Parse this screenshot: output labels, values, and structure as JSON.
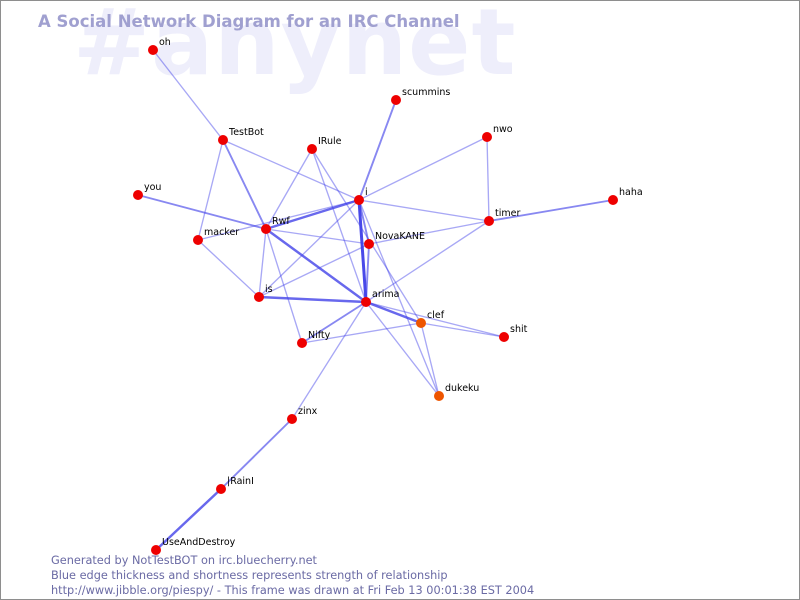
{
  "watermark": "#anynet",
  "title": "A Social Network Diagram for an IRC Channel",
  "footer": {
    "line1": "Generated by NotTestBOT on irc.bluecherry.net",
    "line2": "Blue edge thickness and shortness represents strength of relationship",
    "line3": "http://www.jibble.org/piespy/ - This frame was drawn at Fri Feb 13 00:01:38 EST 2004"
  },
  "colors": {
    "node": "#ee0000",
    "node_recent": "#ee5500",
    "edge": "#3f3fe8",
    "label": "#000000"
  },
  "nodes": [
    {
      "id": "oh",
      "label": "oh",
      "color": "node"
    },
    {
      "id": "testbot",
      "label": "TestBot",
      "color": "node"
    },
    {
      "id": "irule",
      "label": "IRule",
      "color": "node"
    },
    {
      "id": "scummins",
      "label": "scummins",
      "color": "node"
    },
    {
      "id": "nwo",
      "label": "nwo",
      "color": "node"
    },
    {
      "id": "you",
      "label": "you",
      "color": "node"
    },
    {
      "id": "i",
      "label": "i",
      "color": "node"
    },
    {
      "id": "haha",
      "label": "haha",
      "color": "node"
    },
    {
      "id": "rwf",
      "label": "Rwf",
      "color": "node"
    },
    {
      "id": "timer",
      "label": "timer",
      "color": "node"
    },
    {
      "id": "macker",
      "label": "macker",
      "color": "node"
    },
    {
      "id": "novakane",
      "label": "NovaKANE",
      "color": "node"
    },
    {
      "id": "is",
      "label": "is",
      "color": "node"
    },
    {
      "id": "arima",
      "label": "arima",
      "color": "node"
    },
    {
      "id": "clef",
      "label": "clef",
      "color": "node_recent"
    },
    {
      "id": "shit",
      "label": "shit",
      "color": "node"
    },
    {
      "id": "nifty",
      "label": "Nifty",
      "color": "node"
    },
    {
      "id": "dukeku",
      "label": "dukeku",
      "color": "node_recent"
    },
    {
      "id": "zinx",
      "label": "zinx",
      "color": "node"
    },
    {
      "id": "irainl",
      "label": "|RainI",
      "color": "node"
    },
    {
      "id": "useanddestroy",
      "label": "UseAndDestroy",
      "color": "node"
    }
  ],
  "edges": [
    {
      "from": "oh",
      "to": "testbot",
      "weight": 1
    },
    {
      "from": "testbot",
      "to": "rwf",
      "weight": 2
    },
    {
      "from": "testbot",
      "to": "i",
      "weight": 1
    },
    {
      "from": "testbot",
      "to": "macker",
      "weight": 1
    },
    {
      "from": "you",
      "to": "rwf",
      "weight": 2
    },
    {
      "from": "irule",
      "to": "rwf",
      "weight": 1
    },
    {
      "from": "irule",
      "to": "arima",
      "weight": 1
    },
    {
      "from": "irule",
      "to": "clef",
      "weight": 1
    },
    {
      "from": "scummins",
      "to": "i",
      "weight": 2
    },
    {
      "from": "nwo",
      "to": "i",
      "weight": 1
    },
    {
      "from": "nwo",
      "to": "timer",
      "weight": 1
    },
    {
      "from": "haha",
      "to": "timer",
      "weight": 2
    },
    {
      "from": "i",
      "to": "rwf",
      "weight": 3
    },
    {
      "from": "i",
      "to": "macker",
      "weight": 1
    },
    {
      "from": "i",
      "to": "timer",
      "weight": 1
    },
    {
      "from": "i",
      "to": "novakane",
      "weight": 2
    },
    {
      "from": "i",
      "to": "arima",
      "weight": 4
    },
    {
      "from": "i",
      "to": "is",
      "weight": 1
    },
    {
      "from": "i",
      "to": "dukeku",
      "weight": 1
    },
    {
      "from": "rwf",
      "to": "is",
      "weight": 1
    },
    {
      "from": "rwf",
      "to": "arima",
      "weight": 3
    },
    {
      "from": "rwf",
      "to": "nifty",
      "weight": 1
    },
    {
      "from": "rwf",
      "to": "novakane",
      "weight": 1
    },
    {
      "from": "macker",
      "to": "is",
      "weight": 1
    },
    {
      "from": "timer",
      "to": "novakane",
      "weight": 1
    },
    {
      "from": "timer",
      "to": "arima",
      "weight": 1
    },
    {
      "from": "novakane",
      "to": "arima",
      "weight": 2
    },
    {
      "from": "novakane",
      "to": "is",
      "weight": 1
    },
    {
      "from": "is",
      "to": "arima",
      "weight": 3
    },
    {
      "from": "arima",
      "to": "clef",
      "weight": 3
    },
    {
      "from": "arima",
      "to": "nifty",
      "weight": 2
    },
    {
      "from": "arima",
      "to": "shit",
      "weight": 1
    },
    {
      "from": "arima",
      "to": "dukeku",
      "weight": 1
    },
    {
      "from": "arima",
      "to": "zinx",
      "weight": 1
    },
    {
      "from": "clef",
      "to": "nifty",
      "weight": 1
    },
    {
      "from": "clef",
      "to": "shit",
      "weight": 1
    },
    {
      "from": "clef",
      "to": "dukeku",
      "weight": 1
    },
    {
      "from": "zinx",
      "to": "irainl",
      "weight": 2
    },
    {
      "from": "irainl",
      "to": "useanddestroy",
      "weight": 3
    }
  ]
}
